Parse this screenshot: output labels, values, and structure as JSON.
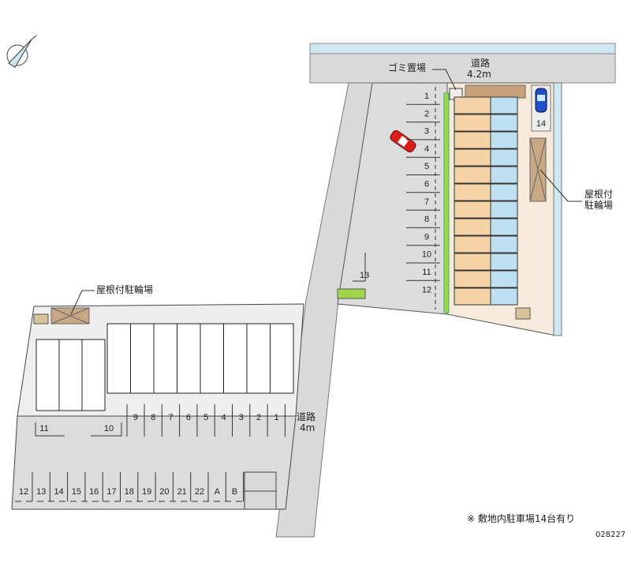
{
  "labels": {
    "garbage": "ゴミ置場",
    "road_top_name": "道路",
    "road_top_width": "4.2m",
    "bike_shed_right_1": "屋根付",
    "bike_shed_right_2": "駐輪場",
    "bike_shed_left": "屋根付駐輪場",
    "road_side_name": "道路",
    "road_side_width": "4m",
    "note": "※ 敷地内駐車場14台有り",
    "code": "028227"
  },
  "parking": {
    "right_lot": [
      "1",
      "2",
      "3",
      "4",
      "5",
      "6",
      "7",
      "8",
      "9",
      "10",
      "11",
      "12"
    ],
    "right_extra_13": "13",
    "right_extra_14": "14",
    "left_top": [
      "9",
      "8",
      "7",
      "6",
      "5",
      "4",
      "3",
      "2",
      "1"
    ],
    "left_mid": [
      "11",
      "10"
    ],
    "left_bottom": [
      "12",
      "13",
      "14",
      "15",
      "16",
      "17",
      "18",
      "19",
      "20",
      "21",
      "22",
      "A",
      "B"
    ]
  },
  "colors": {
    "road": "#d9d9d9",
    "lot": "#dcdcdc",
    "room": "#f5d3a7",
    "wet": "#bfe0f2",
    "water": "#cde8f3",
    "green": "#9ed64a",
    "car_red": "#e01b1b",
    "car_blue": "#1f4fd1"
  }
}
